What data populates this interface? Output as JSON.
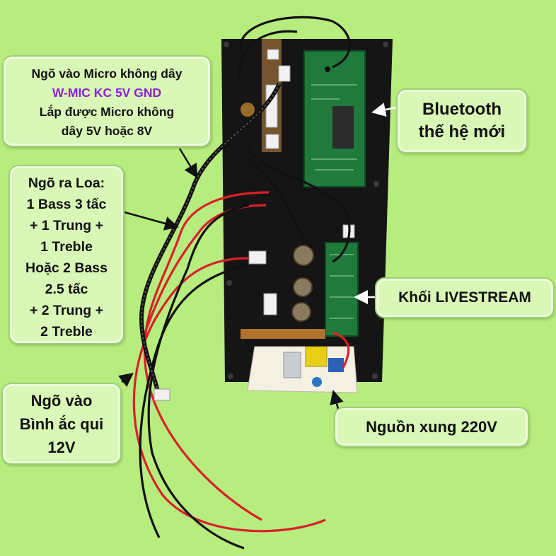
{
  "callouts": {
    "micro": {
      "line1": "Ngõ vào Micro không dây",
      "line2": "W-MIC KC 5V GND",
      "line3": "Lắp được Micro không",
      "line4": "dây 5V hoặc 8V"
    },
    "loa": {
      "lines": [
        "Ngõ ra Loa:",
        "1 Bass 3 tấc",
        "+ 1 Trung +",
        "1 Treble",
        "Hoặc 2 Bass",
        "2.5 tấc",
        "+ 2 Trung +",
        "2 Treble"
      ]
    },
    "bluetooth": {
      "line1": "Bluetooth",
      "line2": "thế hệ mới"
    },
    "livestream": {
      "label": "Khối LIVESTREAM"
    },
    "acqui": {
      "line1": "Ngõ vào",
      "line2": "Bình ắc qui",
      "line3": "12V"
    },
    "nguon": {
      "label": "Nguồn xung 220V"
    }
  },
  "colors": {
    "background": "#b7ec7e",
    "callout_fill": "#d9f7b6",
    "accent_purple": "#8a1ed6",
    "panel_black": "#151515",
    "pcb_green": "#1f7a3c",
    "wire_red": "#d8202a"
  }
}
